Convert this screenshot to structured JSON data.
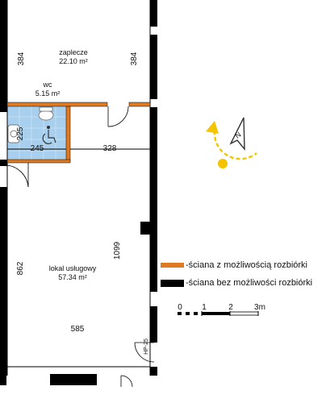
{
  "rooms": {
    "zaplecze": {
      "name": "zaplecze",
      "area": "22.10 m²"
    },
    "wc": {
      "name": "wc",
      "area": "5.15 m²"
    },
    "lokal": {
      "name": "lokal usługowy",
      "area": "57.34 m²"
    }
  },
  "dimensions": {
    "zaplecze_left": "384",
    "zaplecze_right": "384",
    "wc_height": "225",
    "wc_width": "245",
    "corridor_width": "328",
    "total_height": "1099",
    "lokal_height": "862",
    "total_width": "585",
    "hp": "HP-25"
  },
  "legend": {
    "removable": "-ściana z możliwością rozbiórki",
    "permanent": "-ściana bez możliwości rozbiórki"
  },
  "scale": {
    "labels": [
      "0",
      "1",
      "2",
      "3m"
    ]
  },
  "colors": {
    "removable_wall": "#e07a22",
    "permanent_wall": "#000000",
    "wc_fill": "#a8d0ee",
    "compass": "#f2c500",
    "compass_arrow": "#333333"
  }
}
